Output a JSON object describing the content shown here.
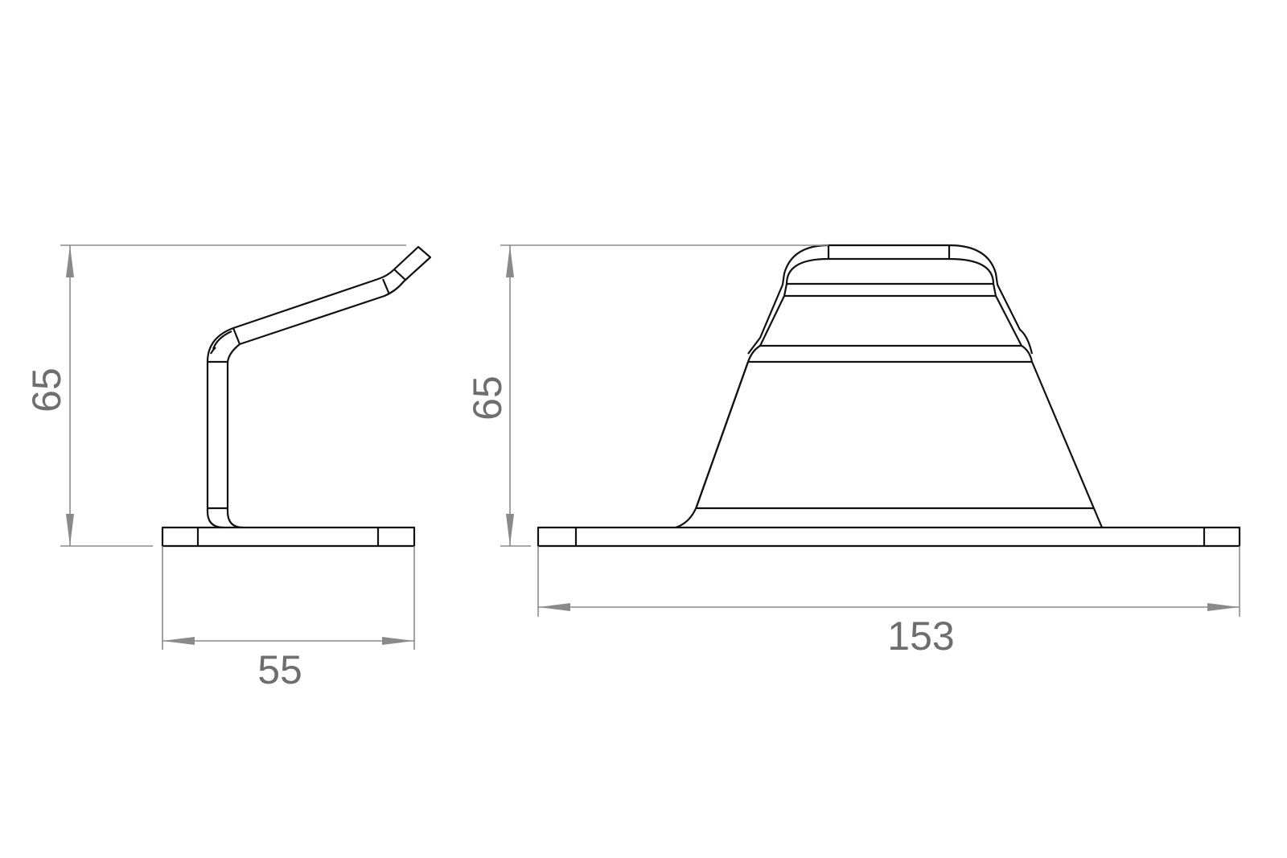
{
  "side_view": {
    "height_label": "65",
    "width_label": "55"
  },
  "front_view": {
    "height_label": "65",
    "width_label": "153"
  },
  "colors": {
    "outline": "#111111",
    "dimension": "#8a8a8a"
  }
}
